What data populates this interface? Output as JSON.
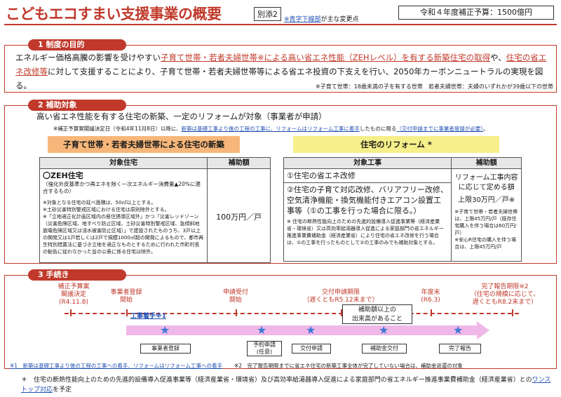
{
  "header": {
    "title": "こどもエコすまい支援事業の概要",
    "annex": "別添2",
    "change_note_blue": "※青字下線部",
    "change_note_rest": "が主な変更点",
    "budget": "令和４年度補正予算：1500億円"
  },
  "section1": {
    "heading": "1  制度の目的",
    "text_a": "エネルギー価格高騰の影響を受けやすい",
    "text_b": "子育て世帯・若者夫婦世帯※による高い省エネ性能（ZEHレベル）を有する新築住宅の取得",
    "text_c": "や、",
    "text_d": "住宅の省エネ改修等",
    "text_e": "に対して支援することにより、子育て世帯・若者夫婦世帯等による省エネ投資の下支えを行い、2050年カーボンニュートラルの実現を図る。",
    "note": "※子育て世帯：18歳未満の子を有する世帯　若者夫婦世帯：夫婦のいずれかが39歳以下の世帯"
  },
  "section2": {
    "heading": "2  補助対象",
    "intro": "高い省エネ性能を有する住宅の新築、一定のリフォームが対象（事業者が申請）",
    "note_a": "※補正予算案閣議決定日（令和4年11月8日）以降に、",
    "note_b": "新築は基礎工事より後の工程の工事に、リフォームはリフォーム工事に着手",
    "note_c": "したものに限る",
    "note_d": "（交付申請までに事業者登録が必要）",
    "note_e": "。",
    "left_panel": {
      "title": "子育て世帯・若者夫婦世帯による住宅の新築",
      "col1": "対象住宅",
      "col2": "補助額",
      "item_title": "〇ZEH住宅",
      "item_desc": "（強化外皮基準かつ再エネを除く一次エネルギー消費量▲20%に適合するもの）",
      "note1": "※対象となる住宅の延べ面積は、50㎡以上とする。",
      "note2": "※土砂災害特別警戒区域における住宅は原則除外とする。",
      "note3": "※「立地適正化計画区域内の居住誘導区域外」かつ「災害レッドゾーン（災害危険区域、地すべり防止区域、土砂災害特別警戒区域、急傾斜地崩壊危険区域又は浸水被害防止区域）」で建設されたものうち、3戸以上の開発又は1戸若しくは2戸で規模1000㎡超の開発によるもので、都市再生特別措置法に基づき立地を適正なものとするために行われた市町村長の勧告に従わなかった旨の公表に係る住宅は除外。",
      "amount": "100万円／戸"
    },
    "right_panel": {
      "title": "住宅のリフォーム *",
      "col1": "対象工事",
      "col2": "補助額",
      "item1": "①住宅の省エネ改修",
      "item2": "②住宅の子育て対応改修、バリアフリー改修、空気清浄機能・換気機能付きエアコン設置工事等（①の工事を行った場合に限る。）",
      "note": "※ 住宅の断熱性能向上のための先進的設備導入促進事業等（経済産業省・環境省）又は高効率給湯器導入促進による家庭部門の省エネルギー推進事業費補助金（経済産業省）により住宅の省エネ改修を行う場合は、①の工事を行ったものとして②の工事のみでも補助対象とする。",
      "amount_a": "リフォーム工事内容に応じて定める額",
      "amount_b": "上限30万円／戸※",
      "amount_note1": "※子育て世帯・若者夫婦世帯は、上限45万円/戸（既存住宅購入を伴う場合は60万円/戸）",
      "amount_note2": "※安心R住宅の購入を伴う場合は、上限45万円/戸"
    }
  },
  "section3": {
    "heading": "3  手続き",
    "milestones": [
      {
        "label": "補正予算案\n閣議決定\n(R4.11.8)"
      },
      {
        "label": "事業者登録\n開始"
      },
      {
        "label": "申請受付\n開始"
      },
      {
        "label": "交付申請期限\n（遅くともR5.12末まで）"
      },
      {
        "label": "年度末\n(R6.3)"
      },
      {
        "label": "完了報告期限※2\n（住宅の規模に応じて、\n遅くともR8.2末まで）"
      }
    ],
    "construction_start": "工事着手※1",
    "callout": "補助額以上の\n出来高があること",
    "steps": [
      "事業者登録",
      "予約申請\n(任意)",
      "交付申請",
      "補助金交付",
      "完了報告"
    ],
    "footnote1": "※1　新築は基礎工事より後の工程の工事への着手、リフォームはリフォーム工事への着手",
    "footnote2": "※2　完了報告期限までに省エネ住宅の新築工事全体が完了していない場合は、補助金返還の対象"
  },
  "bottom_note": {
    "text_a": "＊　住宅の断熱性能向上のための先進的設備導入促進事業等（経済産業省・環境省）及び高効率給湯器導入促進による家庭部門の省エネルギー推進事業費補助金（経済産業省）との",
    "text_b": "ワンストップ対応",
    "text_c": "を予定"
  }
}
